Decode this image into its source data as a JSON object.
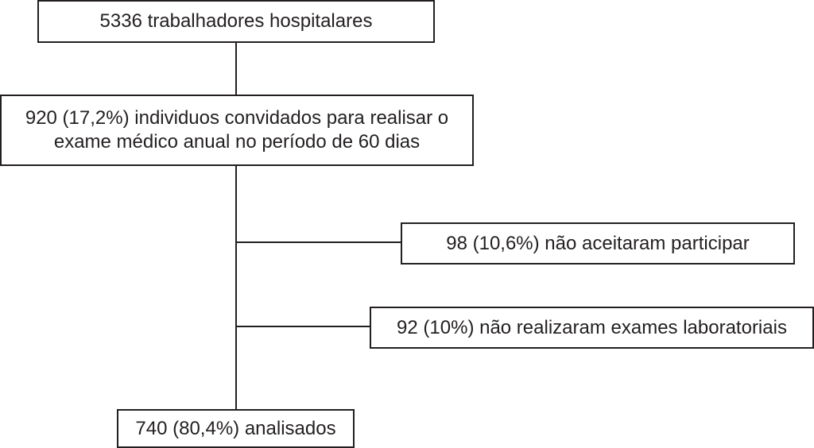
{
  "flowchart": {
    "total": "5336 trabalhadores hospitalares",
    "invited": {
      "line1": "920 (17,2%) individuos convidados para realisar o",
      "line2": "exame médico anual no período de 60 dias"
    },
    "excluded_declined": "98 (10,6%) não aceitaram participar",
    "excluded_no_lab": "92 (10%) não realizaram exames laboratoriais",
    "analyzed": "740 (80,4%) analisados"
  }
}
